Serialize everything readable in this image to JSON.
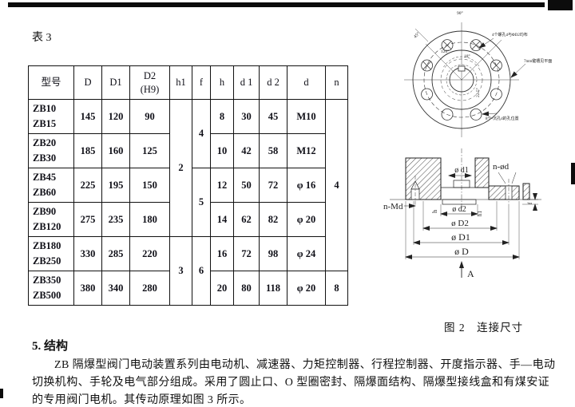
{
  "colors": {
    "ink": "#111111",
    "paper": "#ffffff"
  },
  "page": {
    "table_label": "表 3"
  },
  "table": {
    "headers": [
      "型号",
      "D",
      "D1",
      "D2\n(H9)",
      "h1",
      "f",
      "h",
      "d 1",
      "d 2",
      "d",
      "n"
    ],
    "rows": [
      {
        "cells": [
          {
            "t": "ZB10\nZB15",
            "cls": "model"
          },
          {
            "t": "145"
          },
          {
            "t": "120"
          },
          {
            "t": "90"
          },
          {
            "t": "2",
            "rowspan": 4
          },
          {
            "t": "4",
            "rowspan": 2
          },
          {
            "t": "8"
          },
          {
            "t": "30"
          },
          {
            "t": "45"
          },
          {
            "t": "M10"
          },
          {
            "t": "4",
            "rowspan": 5
          }
        ]
      },
      {
        "cells": [
          {
            "t": "ZB20\nZB30",
            "cls": "model"
          },
          {
            "t": "185"
          },
          {
            "t": "160"
          },
          {
            "t": "125"
          },
          {
            "t": "10"
          },
          {
            "t": "42"
          },
          {
            "t": "58"
          },
          {
            "t": "M12"
          }
        ]
      },
      {
        "cells": [
          {
            "t": "ZB45\nZB60",
            "cls": "model"
          },
          {
            "t": "225"
          },
          {
            "t": "195"
          },
          {
            "t": "150"
          },
          {
            "t": "5",
            "rowspan": 2
          },
          {
            "t": "12"
          },
          {
            "t": "50"
          },
          {
            "t": "72"
          },
          {
            "t": "φ 16"
          }
        ]
      },
      {
        "cells": [
          {
            "t": "ZB90\nZB120",
            "cls": "model"
          },
          {
            "t": "275"
          },
          {
            "t": "235"
          },
          {
            "t": "180"
          },
          {
            "t": "14"
          },
          {
            "t": "62"
          },
          {
            "t": "82"
          },
          {
            "t": "φ 20"
          }
        ]
      },
      {
        "cells": [
          {
            "t": "ZB180\nZB250",
            "cls": "model"
          },
          {
            "t": "330"
          },
          {
            "t": "285"
          },
          {
            "t": "220"
          },
          {
            "t": "3",
            "rowspan": 2
          },
          {
            "t": "6",
            "rowspan": 2
          },
          {
            "t": "16"
          },
          {
            "t": "72"
          },
          {
            "t": "98"
          },
          {
            "t": "φ 24"
          }
        ]
      },
      {
        "cells": [
          {
            "t": "ZB350\nZB500",
            "cls": "model"
          },
          {
            "t": "380"
          },
          {
            "t": "340"
          },
          {
            "t": "280"
          },
          {
            "t": "20"
          },
          {
            "t": "80"
          },
          {
            "t": "118"
          },
          {
            "t": "φ 20"
          },
          {
            "t": "8"
          }
        ]
      }
    ]
  },
  "figure": {
    "caption": "图 2　连接尺寸",
    "top_view": {
      "angle_90": "90°",
      "angle_45": "45°",
      "angle_120": "120°",
      "angle_18": "18°",
      "angle_225": "22.5°",
      "annotation_holes4": "4个螺孔d与ΦD2均布",
      "annotation_key": "7mm键槽见平面",
      "annotation_holes8": "8个-沉孔d的孔位置"
    },
    "section_view": {
      "label_n_od": "n-ød",
      "label_n_md": "n-Md",
      "label_d1": "ø d1",
      "label_d2": "ø d2",
      "label_D2": "ø D2",
      "label_D1": "ø D1",
      "label_D": "ø D",
      "label_h": "h",
      "label_h1": "h1",
      "label_f": "f",
      "label_A": "A"
    }
  },
  "section": {
    "heading": "5. 结构",
    "lines": [
      "ZB 隔爆型阀门电动装置系列由电动机、减速器、力矩控制器、行程控制器、开度指示器、手—电动",
      "切换机构、手轮及电气部分组成。采用了圆止口、O 型圈密封、隔爆面结构、隔爆型接线盒和有煤安证",
      "的专用阀门电机。其传动原理如图 3 所示。"
    ]
  }
}
